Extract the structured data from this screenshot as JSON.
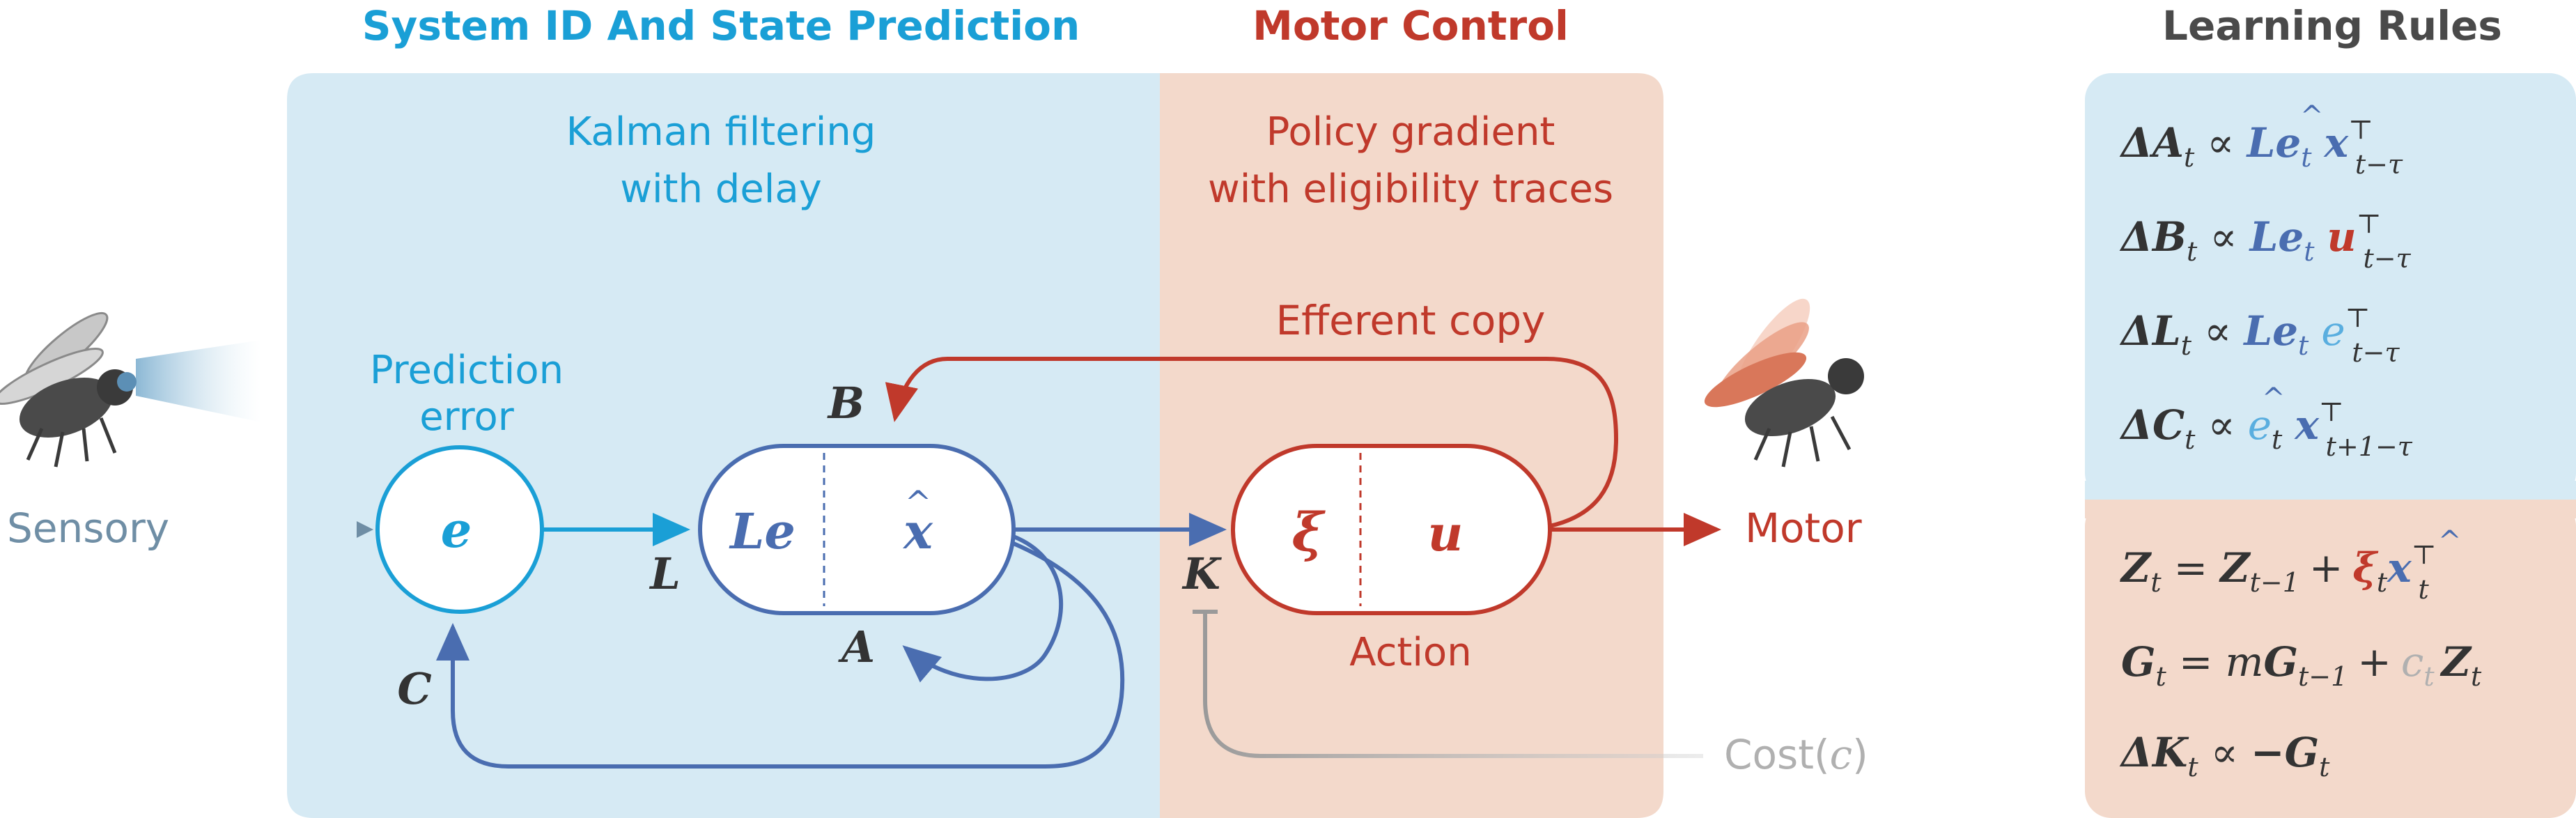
{
  "headers": {
    "sysid": "System ID And State Prediction",
    "motor": "Motor Control",
    "rules": "Learning Rules"
  },
  "panels": {
    "kalman_line1": "Kalman filtering",
    "kalman_line2": "with delay",
    "policy_line1": "Policy gradient",
    "policy_line2": "with eligibility traces"
  },
  "labels": {
    "sensory": "Sensory",
    "motor": "Motor",
    "pred_err_line1": "Prediction",
    "pred_err_line2": "error",
    "efferent": "Efferent copy",
    "action": "Action",
    "cost": "Cost(",
    "cost_sym": "c",
    "cost_close": ")"
  },
  "nodes": {
    "e": "e",
    "Le": "Le",
    "xhat": "x",
    "xi": "ξ",
    "u": "u"
  },
  "matrices": {
    "B": "B",
    "L": "L",
    "A": "A",
    "C": "C",
    "K": "K"
  },
  "rules": {
    "r1": {
      "lhs": "ΔA",
      "sub": "t",
      "prop": "∝",
      "a": "Le",
      "asub": "t",
      "b": "x",
      "bsup": "⊤",
      "bsub": "t−τ"
    },
    "r2": {
      "lhs": "ΔB",
      "sub": "t",
      "prop": "∝",
      "a": "Le",
      "asub": "t",
      "b": "u",
      "bsup": "⊤",
      "bsub": "t−τ"
    },
    "r3": {
      "lhs": "ΔL",
      "sub": "t",
      "prop": "∝",
      "a": "Le",
      "asub": "t",
      "b": "e",
      "bsup": "⊤",
      "bsub": "t−τ"
    },
    "r4": {
      "lhs": "ΔC",
      "sub": "t",
      "prop": "∝",
      "a": "e",
      "asub": "t",
      "b": "x",
      "bsup": "⊤",
      "bsub": "t+1−τ"
    },
    "r5": {
      "lhs": "Z",
      "sub": "t",
      "eq": "=",
      "z": "Z",
      "zsub": "t−1",
      "plus": "+",
      "xi": "ξ",
      "xisub": "t",
      "x": "x",
      "xsup": "⊤",
      "xsub": "t"
    },
    "r6": {
      "lhs": "G",
      "sub": "t",
      "eq": "=",
      "m": "m",
      "g": "G",
      "gsub": "t−1",
      "plus": "+",
      "c": "c",
      "csub": "t",
      "z": "Z",
      "zsub": "t"
    },
    "r7": {
      "lhs": "ΔK",
      "sub": "t",
      "prop": "∝",
      "neg": "−G",
      "negsub": "t"
    }
  },
  "colors": {
    "blue_header": "#1a9fd6",
    "red": "#c0392b",
    "navy": "#4a6db0",
    "light_blue_bg": "#d6eaf4",
    "peach_bg": "#f3d9cb",
    "gray": "#a6a6a6",
    "sensory_gray": "#6f8ea5",
    "dark": "#333333"
  }
}
